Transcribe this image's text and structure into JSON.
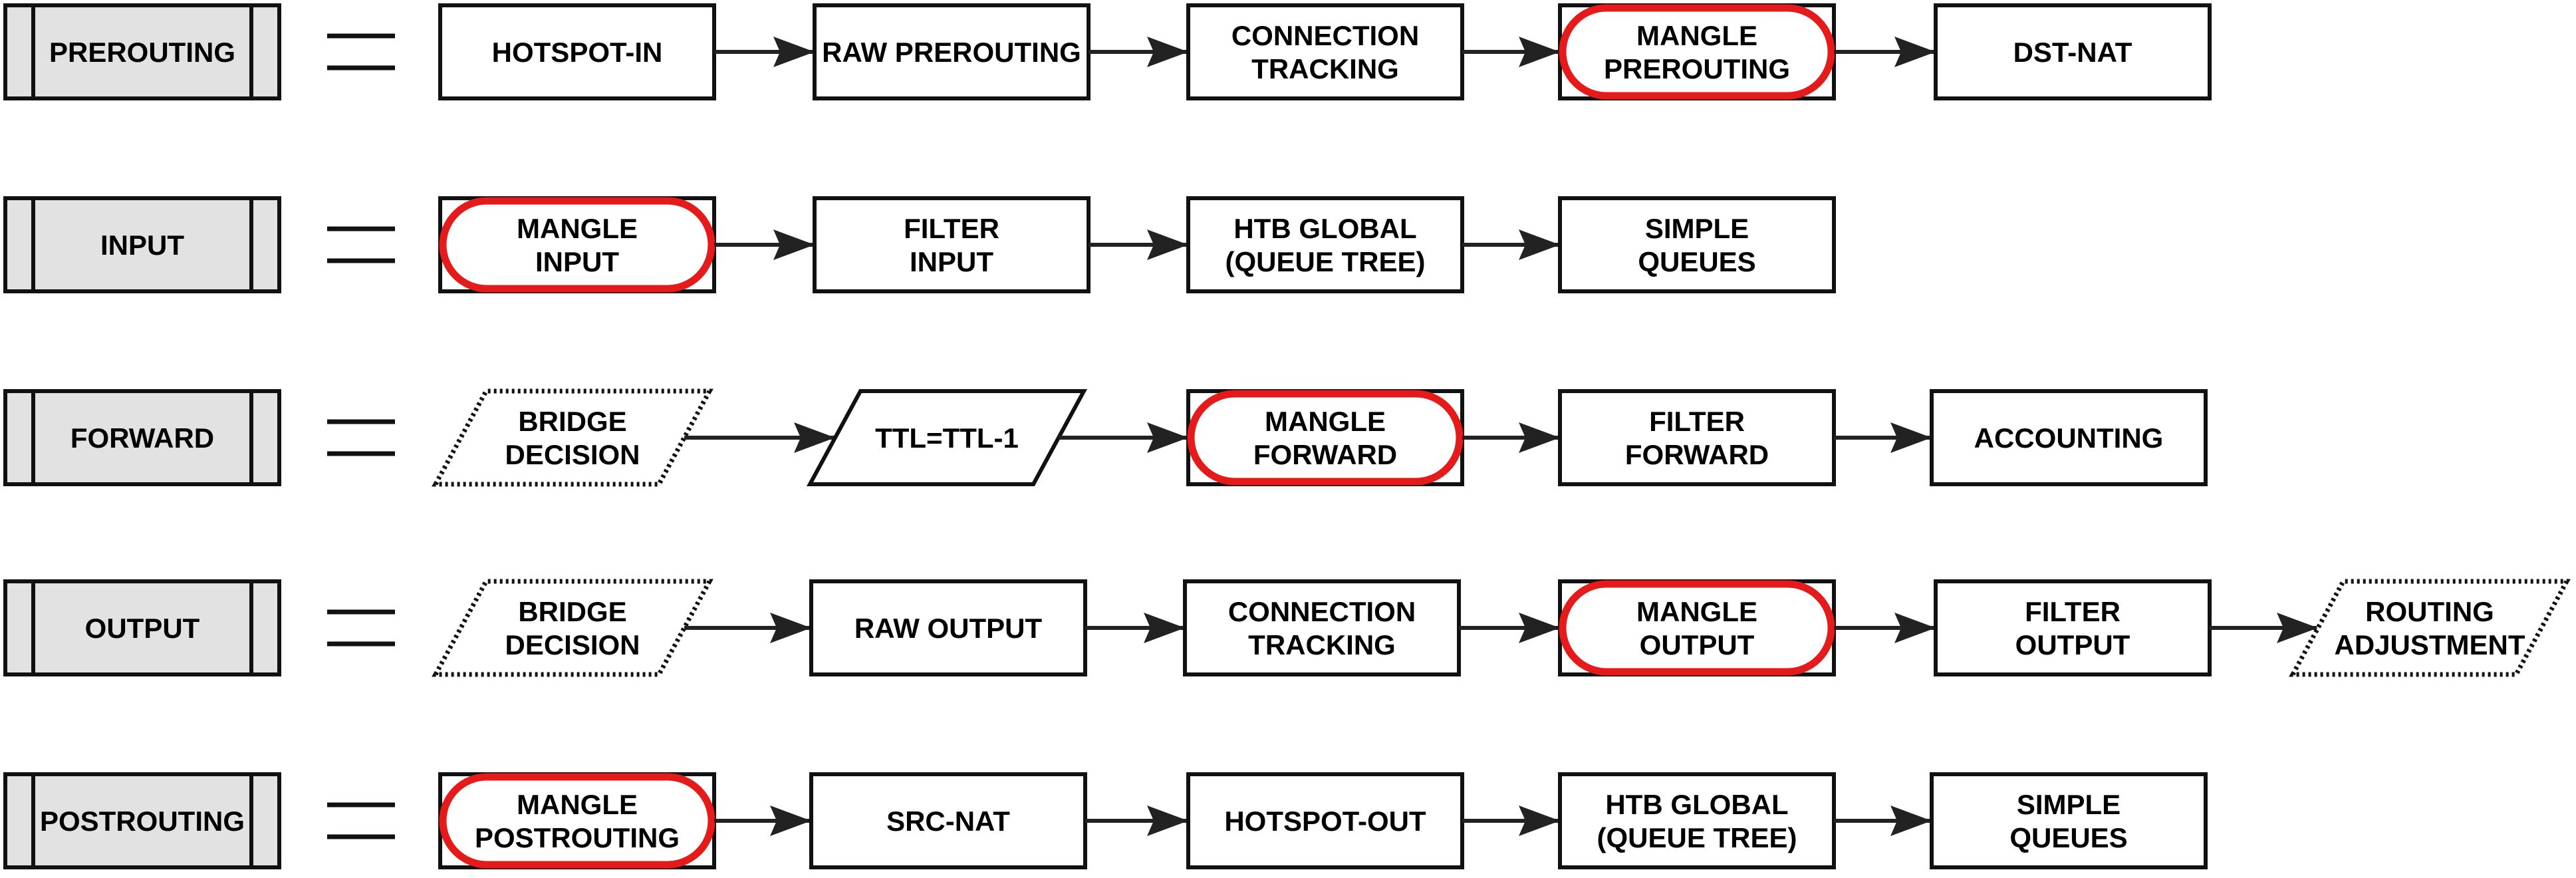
{
  "colors": {
    "stroke": "#111111",
    "arrow": "#222222",
    "chain_fill": "#e2e2e2",
    "mangle_highlight": "#e51a1a",
    "background": "#ffffff"
  },
  "rows": [
    {
      "chain": "PREROUTING",
      "steps": [
        {
          "lines": [
            "HOTSPOT-IN"
          ],
          "shape": "box",
          "highlight": false
        },
        {
          "lines": [
            "RAW PREROUTING"
          ],
          "shape": "box",
          "highlight": false
        },
        {
          "lines": [
            "CONNECTION",
            "TRACKING"
          ],
          "shape": "box",
          "highlight": false
        },
        {
          "lines": [
            "MANGLE",
            "PREROUTING"
          ],
          "shape": "box",
          "highlight": true
        },
        {
          "lines": [
            "DST-NAT"
          ],
          "shape": "box",
          "highlight": false
        }
      ]
    },
    {
      "chain": "INPUT",
      "steps": [
        {
          "lines": [
            "MANGLE",
            "INPUT"
          ],
          "shape": "box",
          "highlight": true
        },
        {
          "lines": [
            "FILTER",
            "INPUT"
          ],
          "shape": "box",
          "highlight": false
        },
        {
          "lines": [
            "HTB GLOBAL",
            "(QUEUE TREE)"
          ],
          "shape": "box",
          "highlight": false
        },
        {
          "lines": [
            "SIMPLE",
            "QUEUES"
          ],
          "shape": "box",
          "highlight": false
        }
      ]
    },
    {
      "chain": "FORWARD",
      "steps": [
        {
          "lines": [
            "BRIDGE",
            "DECISION"
          ],
          "shape": "parallelogram-dotted",
          "highlight": false
        },
        {
          "lines": [
            "TTL=TTL-1"
          ],
          "shape": "parallelogram",
          "highlight": false
        },
        {
          "lines": [
            "MANGLE",
            "FORWARD"
          ],
          "shape": "box",
          "highlight": true
        },
        {
          "lines": [
            "FILTER",
            "FORWARD"
          ],
          "shape": "box",
          "highlight": false
        },
        {
          "lines": [
            "ACCOUNTING"
          ],
          "shape": "box",
          "highlight": false
        }
      ]
    },
    {
      "chain": "OUTPUT",
      "steps": [
        {
          "lines": [
            "BRIDGE",
            "DECISION"
          ],
          "shape": "parallelogram-dotted",
          "highlight": false
        },
        {
          "lines": [
            "RAW OUTPUT"
          ],
          "shape": "box",
          "highlight": false
        },
        {
          "lines": [
            "CONNECTION",
            "TRACKING"
          ],
          "shape": "box",
          "highlight": false
        },
        {
          "lines": [
            "MANGLE",
            "OUTPUT"
          ],
          "shape": "box",
          "highlight": true
        },
        {
          "lines": [
            "FILTER",
            "OUTPUT"
          ],
          "shape": "box",
          "highlight": false
        },
        {
          "lines": [
            "ROUTING",
            "ADJUSTMENT"
          ],
          "shape": "parallelogram-dotted",
          "highlight": false
        }
      ]
    },
    {
      "chain": "POSTROUTING",
      "steps": [
        {
          "lines": [
            "MANGLE",
            "POSTROUTING"
          ],
          "shape": "box",
          "highlight": true
        },
        {
          "lines": [
            "SRC-NAT"
          ],
          "shape": "box",
          "highlight": false
        },
        {
          "lines": [
            "HOTSPOT-OUT"
          ],
          "shape": "box",
          "highlight": false
        },
        {
          "lines": [
            "HTB GLOBAL",
            "(QUEUE TREE)"
          ],
          "shape": "box",
          "highlight": false
        },
        {
          "lines": [
            "SIMPLE",
            "QUEUES"
          ],
          "shape": "box",
          "highlight": false
        }
      ]
    }
  ]
}
